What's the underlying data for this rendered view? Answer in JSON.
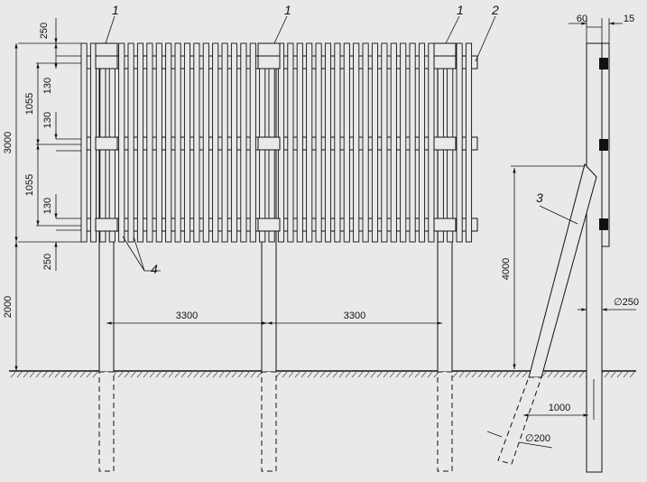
{
  "drawing": {
    "background": "#e9e9e9",
    "ink": "#111111",
    "hatch": "#555555"
  },
  "callouts": [
    {
      "id": "post",
      "label": "1"
    },
    {
      "id": "rail-end",
      "label": "2"
    },
    {
      "id": "brace",
      "label": "3"
    },
    {
      "id": "picket",
      "label": "4"
    }
  ],
  "dimensions": {
    "top_rail_offset": "250",
    "rail_spacing_upper": "1055",
    "rail_spacing_lower": "1055",
    "rail_height_1": "130",
    "rail_height_2": "130",
    "rail_height_3": "130",
    "panel_height": "3000",
    "bottom_offset": "250",
    "clearance": "2000",
    "span_left": "3300",
    "span_right": "3300",
    "post_depth_width": "60",
    "picket_thickness": "15",
    "brace_height": "4000",
    "post_diameter": "∅250",
    "brace_offset": "1000",
    "brace_diameter": "∅200"
  }
}
